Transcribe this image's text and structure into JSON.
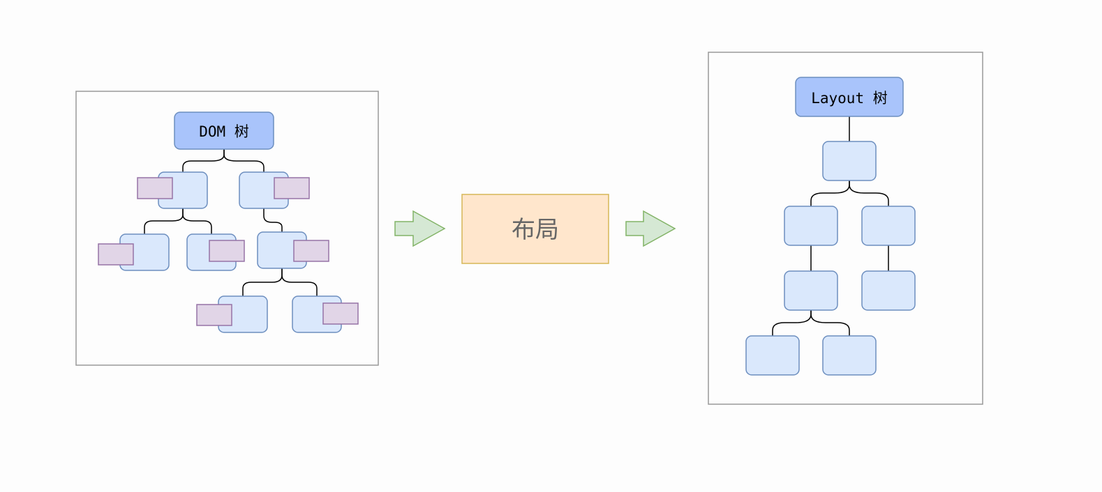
{
  "dom_tree": {
    "title": "DOM 树"
  },
  "layout_step": {
    "label": "布局"
  },
  "layout_tree": {
    "title": "Layout 树"
  },
  "colors": {
    "panel_border": "#999999",
    "root_fill": "#a9c4fb",
    "node_fill": "#dae8fc",
    "node_stroke": "#6c8ebf",
    "style_fill": "#e1d5e7",
    "style_stroke": "#9673a6",
    "arrow_fill": "#d5e8d4",
    "arrow_stroke": "#82b366",
    "process_fill": "#ffe6cc",
    "process_stroke": "#d6b656",
    "connector": "#000000"
  }
}
